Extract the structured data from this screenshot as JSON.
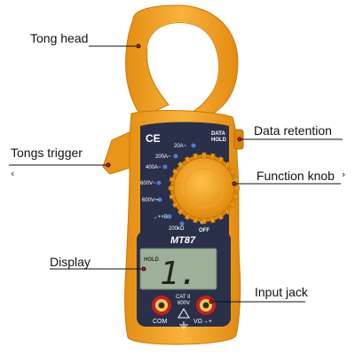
{
  "labels": {
    "tong_head": "Tong head",
    "tongs_trigger": "Tongs trigger",
    "data_retention": "Data retention",
    "function_knob": "Function knob",
    "display": "Display",
    "input_jack": "Input jack"
  },
  "meter": {
    "model": "MT87",
    "brand_mark": "CE",
    "data_hold": [
      "DATA",
      "HOLD"
    ],
    "range_marks": [
      "20A~",
      "200A~",
      "400A~",
      "600V~",
      "600V⎓",
      "→+×B",
      "200kΩ",
      "OFF"
    ],
    "hold_indicator": "HOLD",
    "display_reading": "1.",
    "category": [
      "CAT II",
      "600V"
    ],
    "jack_labels": [
      "COM",
      "VΩ→+"
    ]
  },
  "colors": {
    "body_orange": "#f5a623",
    "panel_navy": "#2a2f4a",
    "lcd_green": "#9fb09a",
    "jack_red": "#c81e1e"
  },
  "icons": {
    "left_chevron": "‹",
    "right_chevron": "›"
  }
}
